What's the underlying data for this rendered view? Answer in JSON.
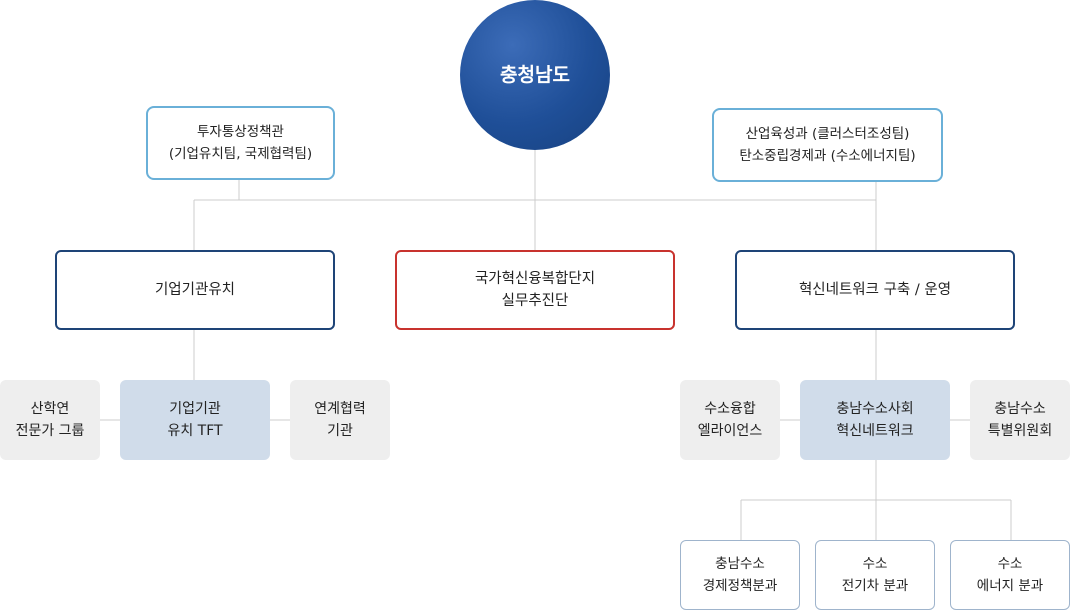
{
  "root": {
    "label": "충청남도"
  },
  "advisors": {
    "left": {
      "line1": "투자통상정책관",
      "line2": "(기업유치팀, 국제협력팀)"
    },
    "right": {
      "line1": "산업육성과 (클러스터조성팀)",
      "line2": "탄소중립경제과 (수소에너지팀)"
    }
  },
  "main": {
    "left": {
      "label": "기업기관유치"
    },
    "center": {
      "line1": "국가혁신융복합단지",
      "line2": "실무추진단"
    },
    "right": {
      "label": "혁신네트워크 구축 / 운영"
    }
  },
  "left_group": {
    "a": {
      "line1": "산학연",
      "line2": "전문가 그룹"
    },
    "b": {
      "line1": "기업기관",
      "line2": "유치 TFT"
    },
    "c": {
      "line1": "연계협력",
      "line2": "기관"
    }
  },
  "right_group": {
    "a": {
      "line1": "수소융합",
      "line2": "엘라이언스"
    },
    "b": {
      "line1": "충남수소사회",
      "line2": "혁신네트워크"
    },
    "c": {
      "line1": "충남수소",
      "line2": "특별위원회"
    }
  },
  "sub_group": {
    "a": {
      "line1": "충남수소",
      "line2": "경제정책분과"
    },
    "b": {
      "line1": "수소",
      "line2": "전기차 분과"
    },
    "c": {
      "line1": "수소",
      "line2": "에너지 분과"
    }
  },
  "colors": {
    "root": "#1f4f98",
    "advisor_border": "#6ab0d8",
    "main_border": "#1e4477",
    "highlight_border": "#c8332e",
    "gray_fill": "#eeeeee",
    "blue_fill": "#d0dcea",
    "connector": "#cccccc"
  }
}
